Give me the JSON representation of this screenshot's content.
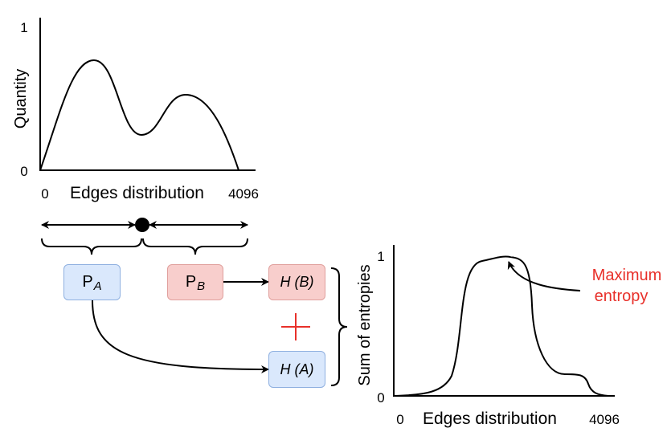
{
  "top_chart": {
    "y_axis_label": "Quantity",
    "y_tick_max": "1",
    "y_tick_min": "0",
    "x_tick_min": "0",
    "x_tick_max": "4096",
    "x_axis_label": "Edges distribution"
  },
  "bottom_chart": {
    "y_axis_label": "Sum of entropies",
    "y_tick_max": "1",
    "y_tick_min": "0",
    "x_tick_min": "0",
    "x_tick_max": "4096",
    "x_axis_label": "Edges distribution",
    "annotation_line1": "Maximum",
    "annotation_line2": "entropy",
    "annotation_color": "#e8302a"
  },
  "nodes": {
    "pa_main": "P",
    "pa_sub": "A",
    "pb_main": "P",
    "pb_sub": "B",
    "hb": "H (B)",
    "ha": "H (A)"
  },
  "plus_color": "#e8302a",
  "colors": {
    "blue_fill": "#dae8fc",
    "red_fill": "#f8cecc"
  }
}
